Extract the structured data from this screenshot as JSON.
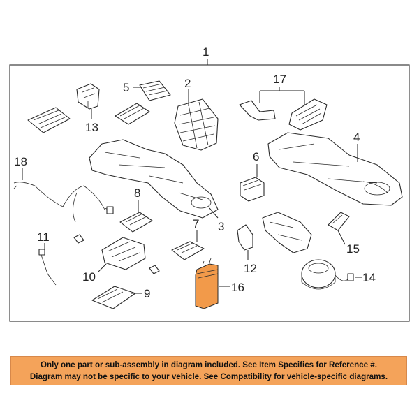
{
  "callouts": {
    "c1": "1",
    "c2": "2",
    "c3": "3",
    "c4": "4",
    "c5": "5",
    "c6": "6",
    "c7": "7",
    "c8": "8",
    "c9": "9",
    "c10": "10",
    "c11": "11",
    "c12": "12",
    "c13": "13",
    "c14": "14",
    "c15": "15",
    "c16": "16",
    "c17": "17",
    "c18": "18"
  },
  "highlight_color": "#f29a4a",
  "disclaimer": {
    "line1": "Only one part or sub-assembly in diagram included. See Item Specifics for Reference #.",
    "line2": "Diagram may not be specific to your vehicle. See Compatibility for vehicle-specific diagrams.",
    "background": "#f4a35a"
  }
}
